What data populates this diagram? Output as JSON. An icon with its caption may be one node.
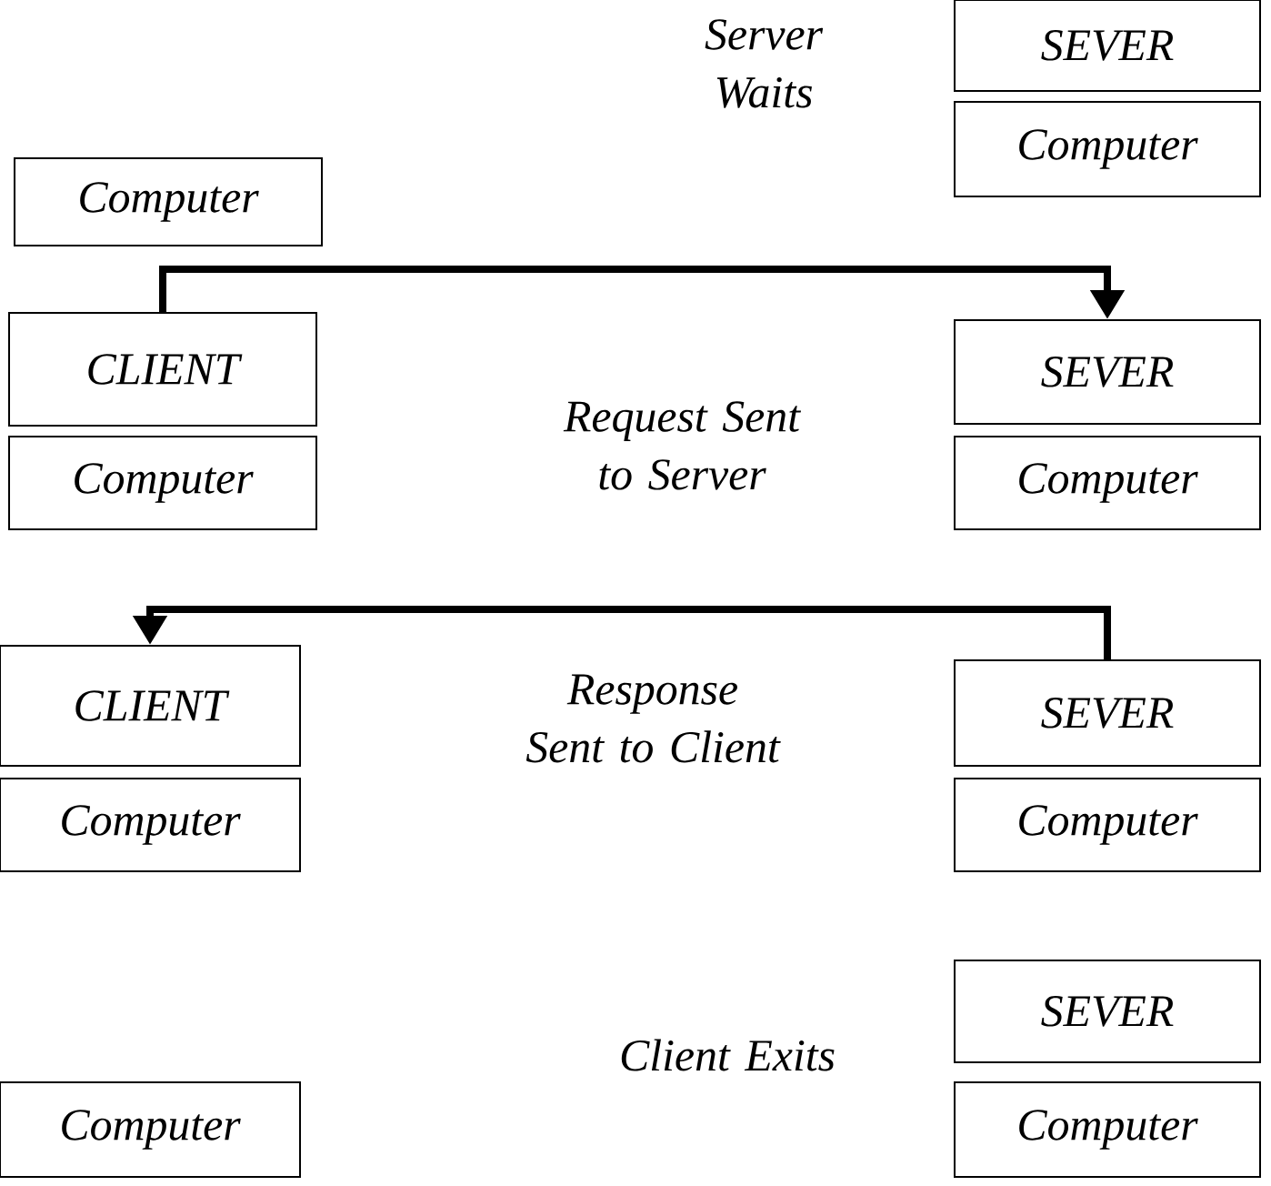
{
  "diagram": {
    "nodes": [
      {
        "text": [
          "Computer"
        ]
      },
      {
        "text": [
          "SEVER"
        ]
      },
      {
        "text": [
          "Computer"
        ]
      },
      {
        "text": [
          "CLIENT"
        ]
      },
      {
        "text": [
          "Computer"
        ]
      },
      {
        "text": [
          "SEVER"
        ]
      },
      {
        "text": [
          "Computer"
        ]
      },
      {
        "text": [
          "CLIENT"
        ]
      },
      {
        "text": [
          "Computer"
        ]
      },
      {
        "text": [
          "SEVER"
        ]
      },
      {
        "text": [
          "Computer"
        ]
      },
      {
        "text": [
          "SEVER"
        ]
      },
      {
        "text": [
          "Computer"
        ]
      },
      {
        "text": [
          "Computer"
        ]
      }
    ],
    "edges": [
      {
        "from": 3,
        "to": 5,
        "arrow": "to"
      },
      {
        "from": 9,
        "to": 7,
        "arrow": "to"
      }
    ],
    "labels": [
      "Server Waits",
      "Request Sent to Server",
      "Response Sent to Client",
      "Client Exits"
    ]
  }
}
